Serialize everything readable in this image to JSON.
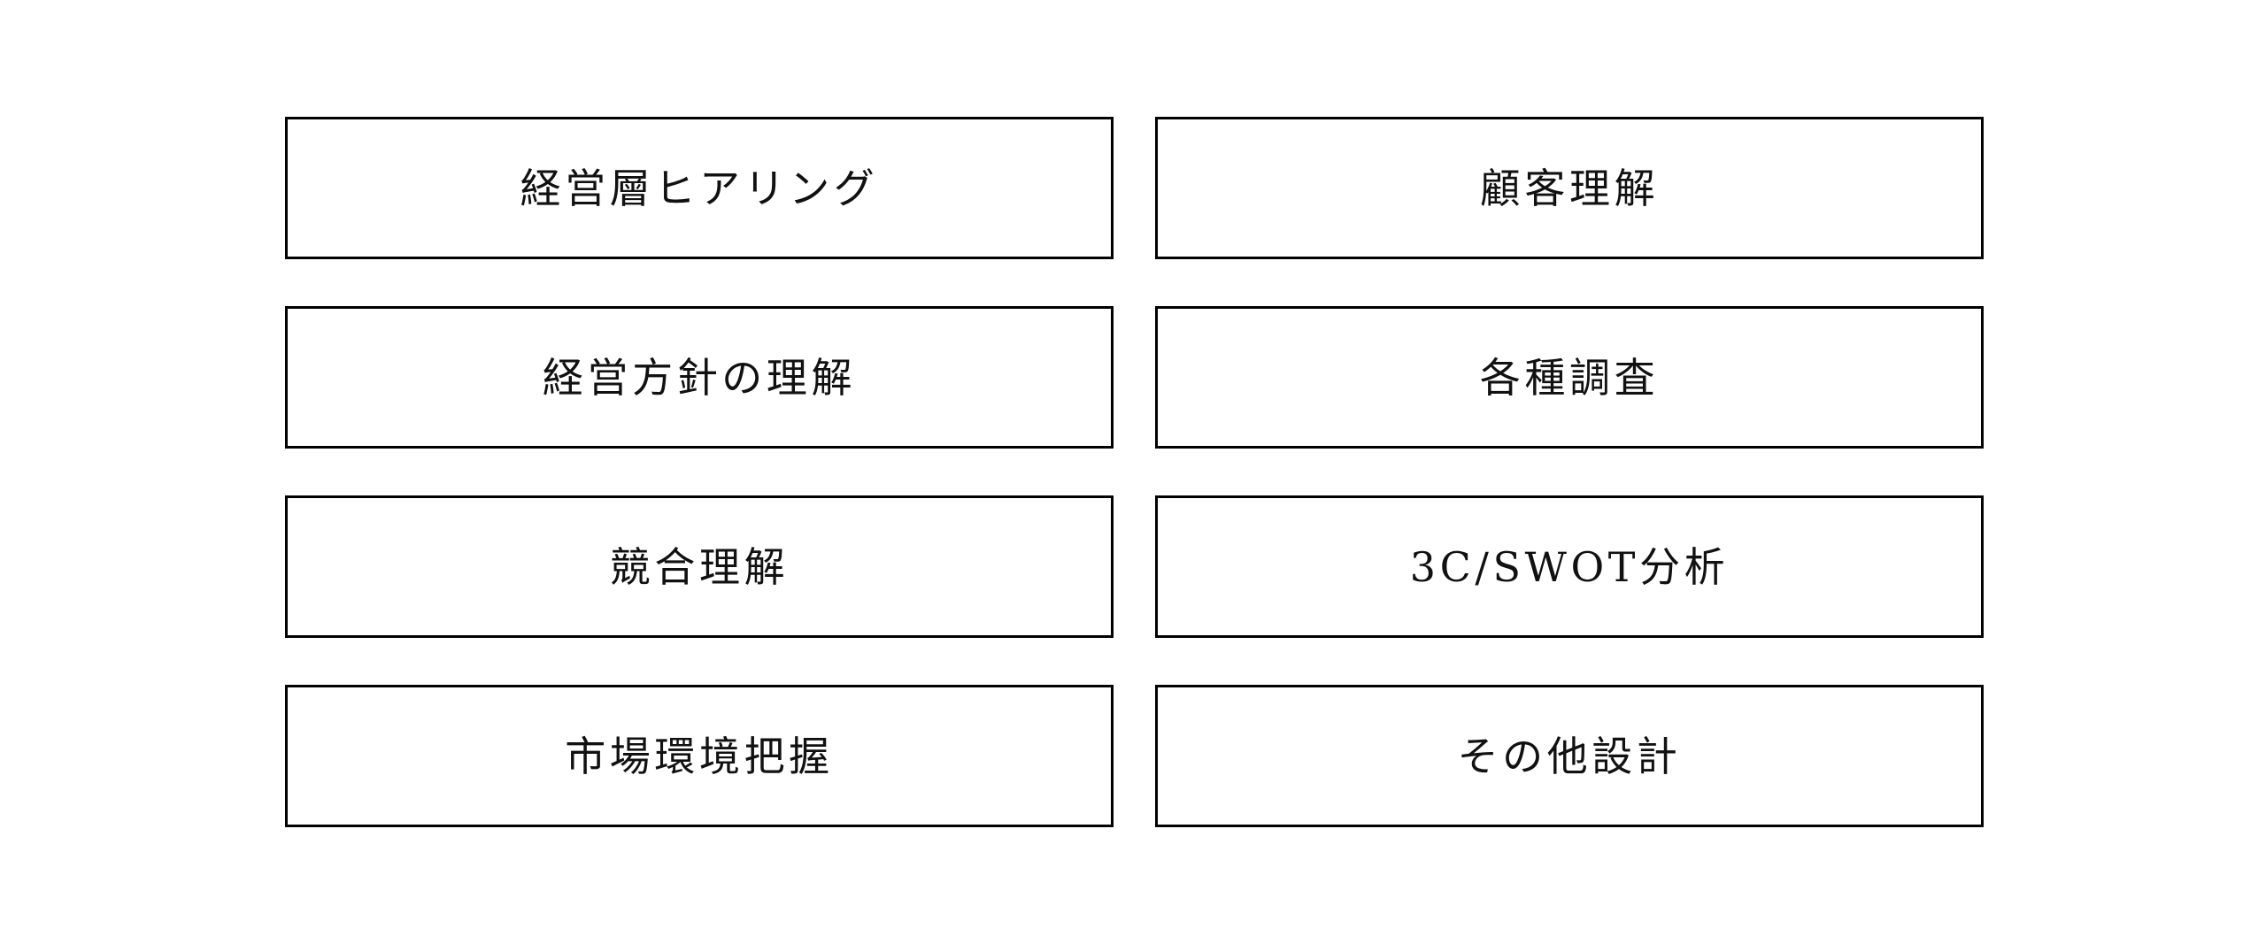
{
  "page": {
    "background_color": "#ffffff"
  },
  "colors": {
    "border": "#000000",
    "text": "#111111"
  },
  "diagram": {
    "layout": "2-column 4-row grid of outlined boxes",
    "boxes": [
      {
        "label": "経営層ヒアリング"
      },
      {
        "label": "顧客理解"
      },
      {
        "label": "経営方針の理解"
      },
      {
        "label": "各種調査"
      },
      {
        "label": "競合理解"
      },
      {
        "label": "3C/SWOT分析"
      },
      {
        "label": "市場環境把握"
      },
      {
        "label": "その他設計"
      }
    ]
  }
}
